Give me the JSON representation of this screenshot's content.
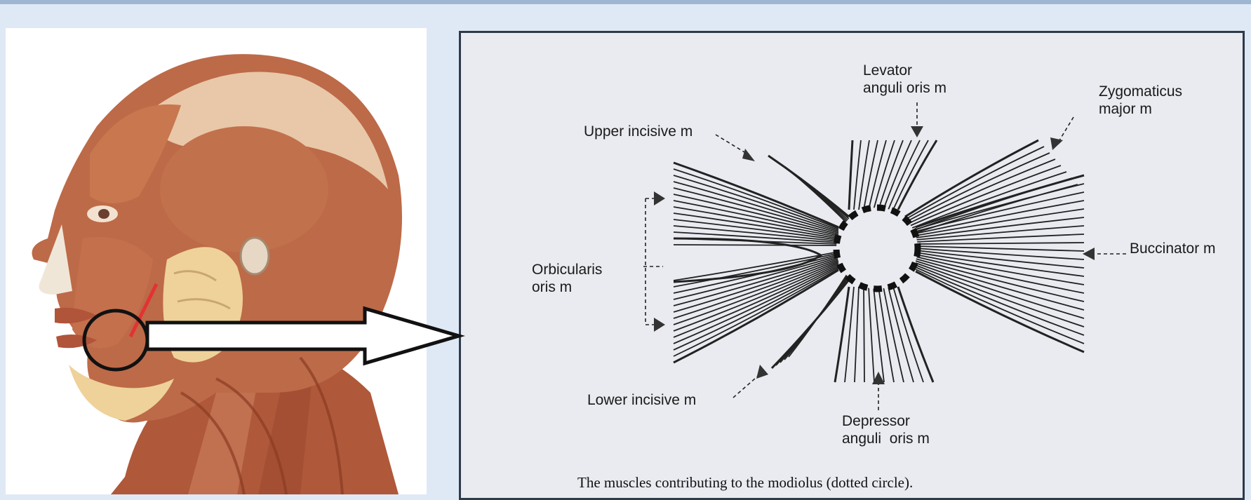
{
  "labels": {
    "levator": "Levator\nanguli oris m",
    "zygomaticus": "Zygomaticus\nmajor m",
    "upper_incisive": "Upper incisive m",
    "orbicularis": "Orbicularis\noris m",
    "buccinator": "Buccinator m",
    "lower_incisive": "Lower incisive m",
    "depressor": "Depressor\nanguli  oris m"
  },
  "caption": "The muscles contributing to the modiolus (dotted circle).",
  "colors": {
    "background": "#dfe9f5",
    "muscle": "#b8603f",
    "muscle_dark": "#8a3c22",
    "skull_highlight": "#e8c8a8",
    "gland": "#eed29a",
    "artery": "#e23333",
    "ink": "#1a1a1a"
  },
  "icons": {
    "modiolus-marker": "circle-outline",
    "pointer-arrow": "hollow-block-arrow"
  }
}
